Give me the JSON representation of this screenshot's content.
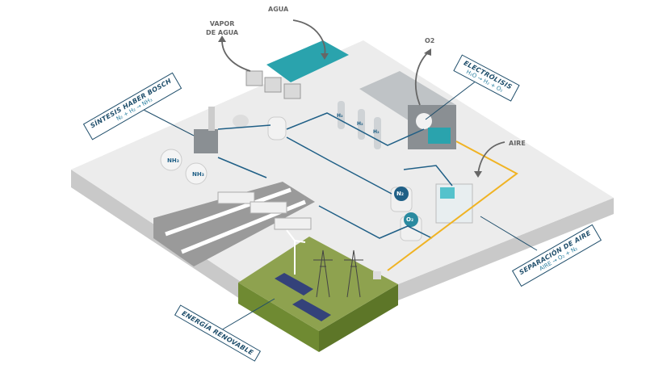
{
  "labels": {
    "agua": "AGUA",
    "vapor": "VAPOR\nDE AGUA",
    "o2": "O2",
    "aire": "AIRE",
    "haber": {
      "title": "SÍNTESIS HABER BOSCH",
      "formula": "N₂ + H₂ → NH₃"
    },
    "electrolisis": {
      "title": "ELECTRÓLISIS",
      "formula": "H₂O → H₂ + O₂"
    },
    "separacion": {
      "title": "SEPARACIÓN DE AIRE",
      "formula": "AIRE → O₂ + N₂"
    },
    "energia": {
      "title": "ENERGÍA RENOVABLE"
    }
  },
  "tags": {
    "nh3": "NH₃",
    "n2": "N₂",
    "o2": "O₂",
    "h2": "H₂"
  },
  "colors": {
    "pipe_blue": "#1f5f86",
    "pipe_yellow": "#f0b323",
    "water": "#2aa3ad",
    "grass": "#8ea24f",
    "platform": "#ececec",
    "wall": "#c9c9c9",
    "road": "#9a9a9a"
  }
}
